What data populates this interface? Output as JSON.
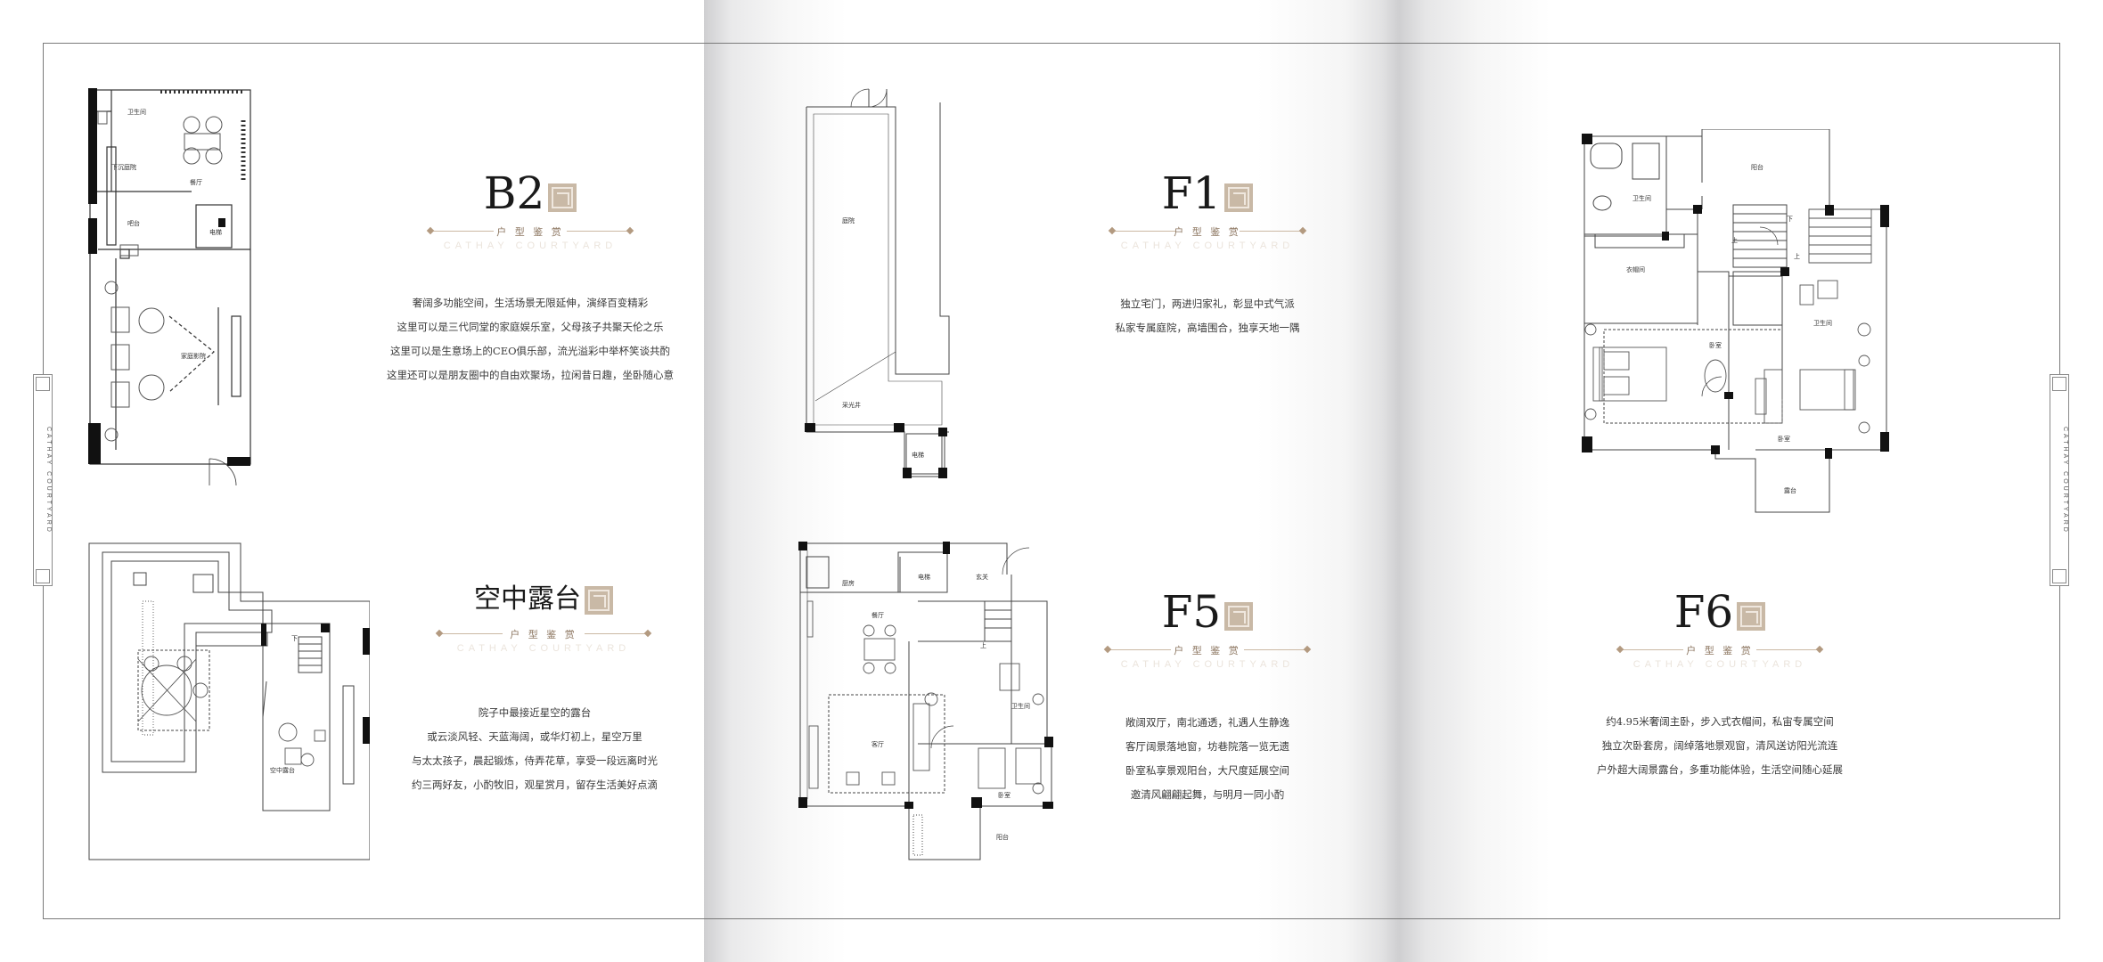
{
  "side_tab_text": "CATHAY COURTYARD",
  "sections": {
    "b2": {
      "title": "B2",
      "subtitle": "户 型 鉴 赏",
      "ghost": "CATHAY COURTYARD",
      "desc": [
        "奢阔多功能空间，生活场景无限延伸，演绎百变精彩",
        "这里可以是三代同堂的家庭娱乐室，父母孩子共聚天伦之乐",
        "这里可以是生意场上的CEO俱乐部，流光溢彩中举杯笑谈共酌",
        "这里还可以是朋友圈中的自由欢聚场，拉闲昔日趣，坐卧随心意"
      ],
      "rooms": {
        "wc": "卫生间",
        "sunken": "下沉庭院",
        "dining": "餐厅",
        "bar": "吧台",
        "elevator": "电梯",
        "cinema": "家庭影院"
      }
    },
    "sky": {
      "title": "空中露台",
      "subtitle": "户 型 鉴 赏",
      "ghost": "CATHAY COURTYARD",
      "desc": [
        "院子中最接近星空的露台",
        "或云淡风轻、天蓝海阔，或华灯初上，星空万里",
        "与太太孩子，晨起锻炼，侍弄花草，享受一段远离时光",
        "约三两好友，小酌牧旧，观星赏月，留存生活美好点滴"
      ],
      "rooms": {
        "down": "下",
        "terrace": "空中露台"
      }
    },
    "f1": {
      "title": "F1",
      "subtitle": "户 型 鉴 赏",
      "ghost": "CATHAY COURTYARD",
      "desc": [
        "独立宅门，两进归家礼，彰显中式气派",
        "私家专属庭院，高墙围合，独享天地一隅"
      ],
      "rooms": {
        "courtyard": "庭院",
        "lightwell": "采光井",
        "elevator": "电梯"
      }
    },
    "f5": {
      "title": "F5",
      "subtitle": "户 型 鉴 赏",
      "ghost": "CATHAY COURTYARD",
      "desc": [
        "敞阔双厅，南北通透，礼遇人生静逸",
        "客厅阔景落地窗，坊巷院落一览无遗",
        "卧室私享景观阳台，大尺度延展空间",
        "邀清风翩翩起舞，与明月一同小酌"
      ],
      "rooms": {
        "kitchen": "厨房",
        "elevator": "电梯",
        "foyer": "玄关",
        "dining": "餐厅",
        "up": "上",
        "wc": "卫生间",
        "living": "客厅",
        "bedroom": "卧室",
        "balcony": "阳台"
      }
    },
    "f6": {
      "title": "F6",
      "subtitle": "户 型 鉴 赏",
      "ghost": "CATHAY COURTYARD",
      "desc": [
        "约4.95米奢阔主卧，步入式衣帽间，私宙专属空间",
        "独立次卧套房，阔绰落地景观窗，清风送访阳光流连",
        "户外超大阔景露台，多重功能体验，生活空间随心延展"
      ],
      "rooms": {
        "balcony": "阳台",
        "wc1": "卫生间",
        "down": "下",
        "up1": "上",
        "up2": "上",
        "closet": "衣帽间",
        "wc2": "卫生间",
        "master": "卧室",
        "bedroom": "卧室",
        "terrace": "露台"
      }
    }
  }
}
